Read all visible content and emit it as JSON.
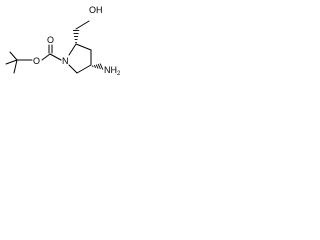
{
  "molecule": {
    "labels": {
      "hydroxyl": "OH",
      "carbonyl_oxygen": "O",
      "ester_oxygen": "O",
      "ring_nitrogen": "N",
      "amine": "NH",
      "amine_subscript": "2"
    },
    "colors": {
      "bond": "#000000",
      "text": "#000000",
      "background": "#ffffff"
    }
  }
}
